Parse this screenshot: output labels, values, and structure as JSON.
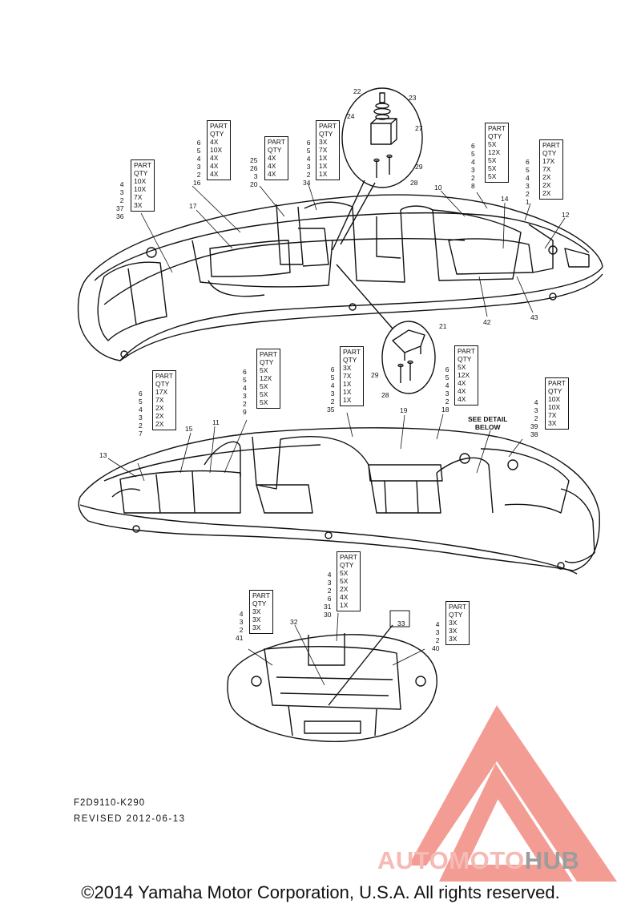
{
  "diagram": {
    "drawing_number": "F2D9110-K290",
    "revised": "REVISED  2012-06-13",
    "copyright": "©2014 Yamaha Motor Corporation, U.S.A. All rights reserved.",
    "detail_note": "SEE DETAIL\nBELOW",
    "qty_header_1": "PART",
    "qty_header_2": "QTY"
  },
  "watermark": {
    "brand_part1": "AUTOMOTO",
    "brand_part2": "HUB",
    "color_logo": "#f28b82",
    "color_text_light": "#f6b9b3",
    "color_text_dark": "#9c9c9c"
  },
  "qty_tables": [
    {
      "id": "t-36",
      "refs": [
        "4",
        "3",
        "2",
        "37",
        "36"
      ],
      "qtys": [
        "10X",
        "10X",
        "7X",
        "3X"
      ]
    },
    {
      "id": "t-16",
      "refs": [
        "6",
        "5",
        "4",
        "3",
        "2",
        "16"
      ],
      "qtys": [
        "4X",
        "10X",
        "4X",
        "4X",
        "4X"
      ]
    },
    {
      "id": "t-20",
      "refs": [
        "25",
        "26",
        "3",
        "20"
      ],
      "qtys": [
        "4X",
        "4X",
        "4X"
      ]
    },
    {
      "id": "t-34",
      "refs": [
        "6",
        "5",
        "4",
        "3",
        "2",
        "34"
      ],
      "qtys": [
        "3X",
        "7X",
        "1X",
        "1X",
        "1X"
      ]
    },
    {
      "id": "t-8",
      "refs": [
        "6",
        "5",
        "4",
        "3",
        "2",
        "8"
      ],
      "qtys": [
        "5X",
        "12X",
        "5X",
        "5X",
        "5X"
      ]
    },
    {
      "id": "t-1",
      "refs": [
        "6",
        "5",
        "4",
        "3",
        "2",
        "1"
      ],
      "qtys": [
        "17X",
        "7X",
        "2X",
        "2X",
        "2X"
      ]
    },
    {
      "id": "t-7",
      "refs": [
        "6",
        "5",
        "4",
        "3",
        "2",
        "7"
      ],
      "qtys": [
        "17X",
        "7X",
        "2X",
        "2X",
        "2X"
      ]
    },
    {
      "id": "t-9",
      "refs": [
        "6",
        "5",
        "4",
        "3",
        "2",
        "9"
      ],
      "qtys": [
        "5X",
        "12X",
        "5X",
        "5X",
        "5X"
      ]
    },
    {
      "id": "t-35",
      "refs": [
        "6",
        "5",
        "4",
        "3",
        "2",
        "35"
      ],
      "qtys": [
        "3X",
        "7X",
        "1X",
        "1X",
        "1X"
      ]
    },
    {
      "id": "t-18",
      "refs": [
        "6",
        "5",
        "4",
        "3",
        "2",
        "18"
      ],
      "qtys": [
        "5X",
        "12X",
        "4X",
        "4X",
        "4X"
      ]
    },
    {
      "id": "t-38",
      "refs": [
        "4",
        "3",
        "2",
        "39",
        "38"
      ],
      "qtys": [
        "10X",
        "10X",
        "7X",
        "3X"
      ]
    },
    {
      "id": "t-30",
      "refs": [
        "4",
        "3",
        "2",
        "6",
        "31",
        "30"
      ],
      "qtys": [
        "5X",
        "5X",
        "2X",
        "4X",
        "1X"
      ]
    },
    {
      "id": "t-41",
      "refs": [
        "4",
        "3",
        "2",
        "41"
      ],
      "qtys": [
        "3X",
        "3X",
        "3X"
      ]
    },
    {
      "id": "t-40",
      "refs": [
        "4",
        "3",
        "2",
        "40"
      ],
      "qtys": [
        "3X",
        "3X",
        "3X"
      ]
    }
  ],
  "callouts": [
    "22",
    "23",
    "24",
    "27",
    "29",
    "28",
    "21",
    "29",
    "28",
    "17",
    "10",
    "14",
    "12",
    "42",
    "43",
    "13",
    "15",
    "11",
    "19",
    "32",
    "33"
  ]
}
